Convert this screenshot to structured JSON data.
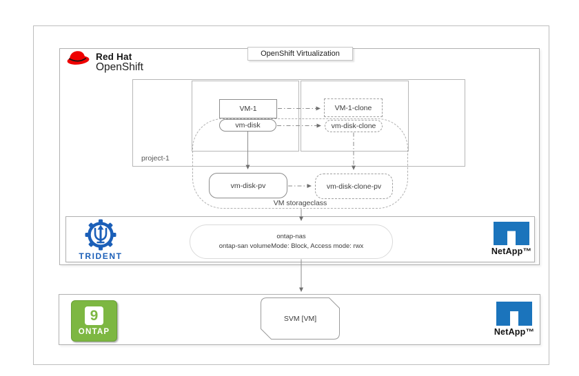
{
  "colors": {
    "redhat_red": "#EE0000",
    "trident_blue": "#1B5FB8",
    "netapp_blue": "#1B74BC",
    "ontap_green": "#7DB742",
    "border_gray": "#B0B0B0"
  },
  "openshift": {
    "logo_brand": "Red Hat",
    "logo_product": "OpenShift",
    "badge": "OpenShift Virtualization",
    "project_label": "project-1",
    "storageclass_label": "VM storageclass",
    "nodes": {
      "vm1": "VM-1",
      "vm_disk": "vm-disk",
      "vm1_clone": "VM-1-clone",
      "vm_disk_clone": "vm-disk-clone",
      "vm_disk_pv": "vm-disk-pv",
      "vm_disk_clone_pv": "vm-disk-clone-pv"
    }
  },
  "trident": {
    "logo_text": "TRIDENT",
    "backend_line1": "ontap-nas",
    "backend_line2": "ontap-san volumeMode: Block, Access mode: rwx",
    "netapp_text": "NetApp™"
  },
  "ontap": {
    "logo_number": "9",
    "logo_text": "ONTAP",
    "svm_label": "SVM [VM]",
    "netapp_text": "NetApp™"
  }
}
